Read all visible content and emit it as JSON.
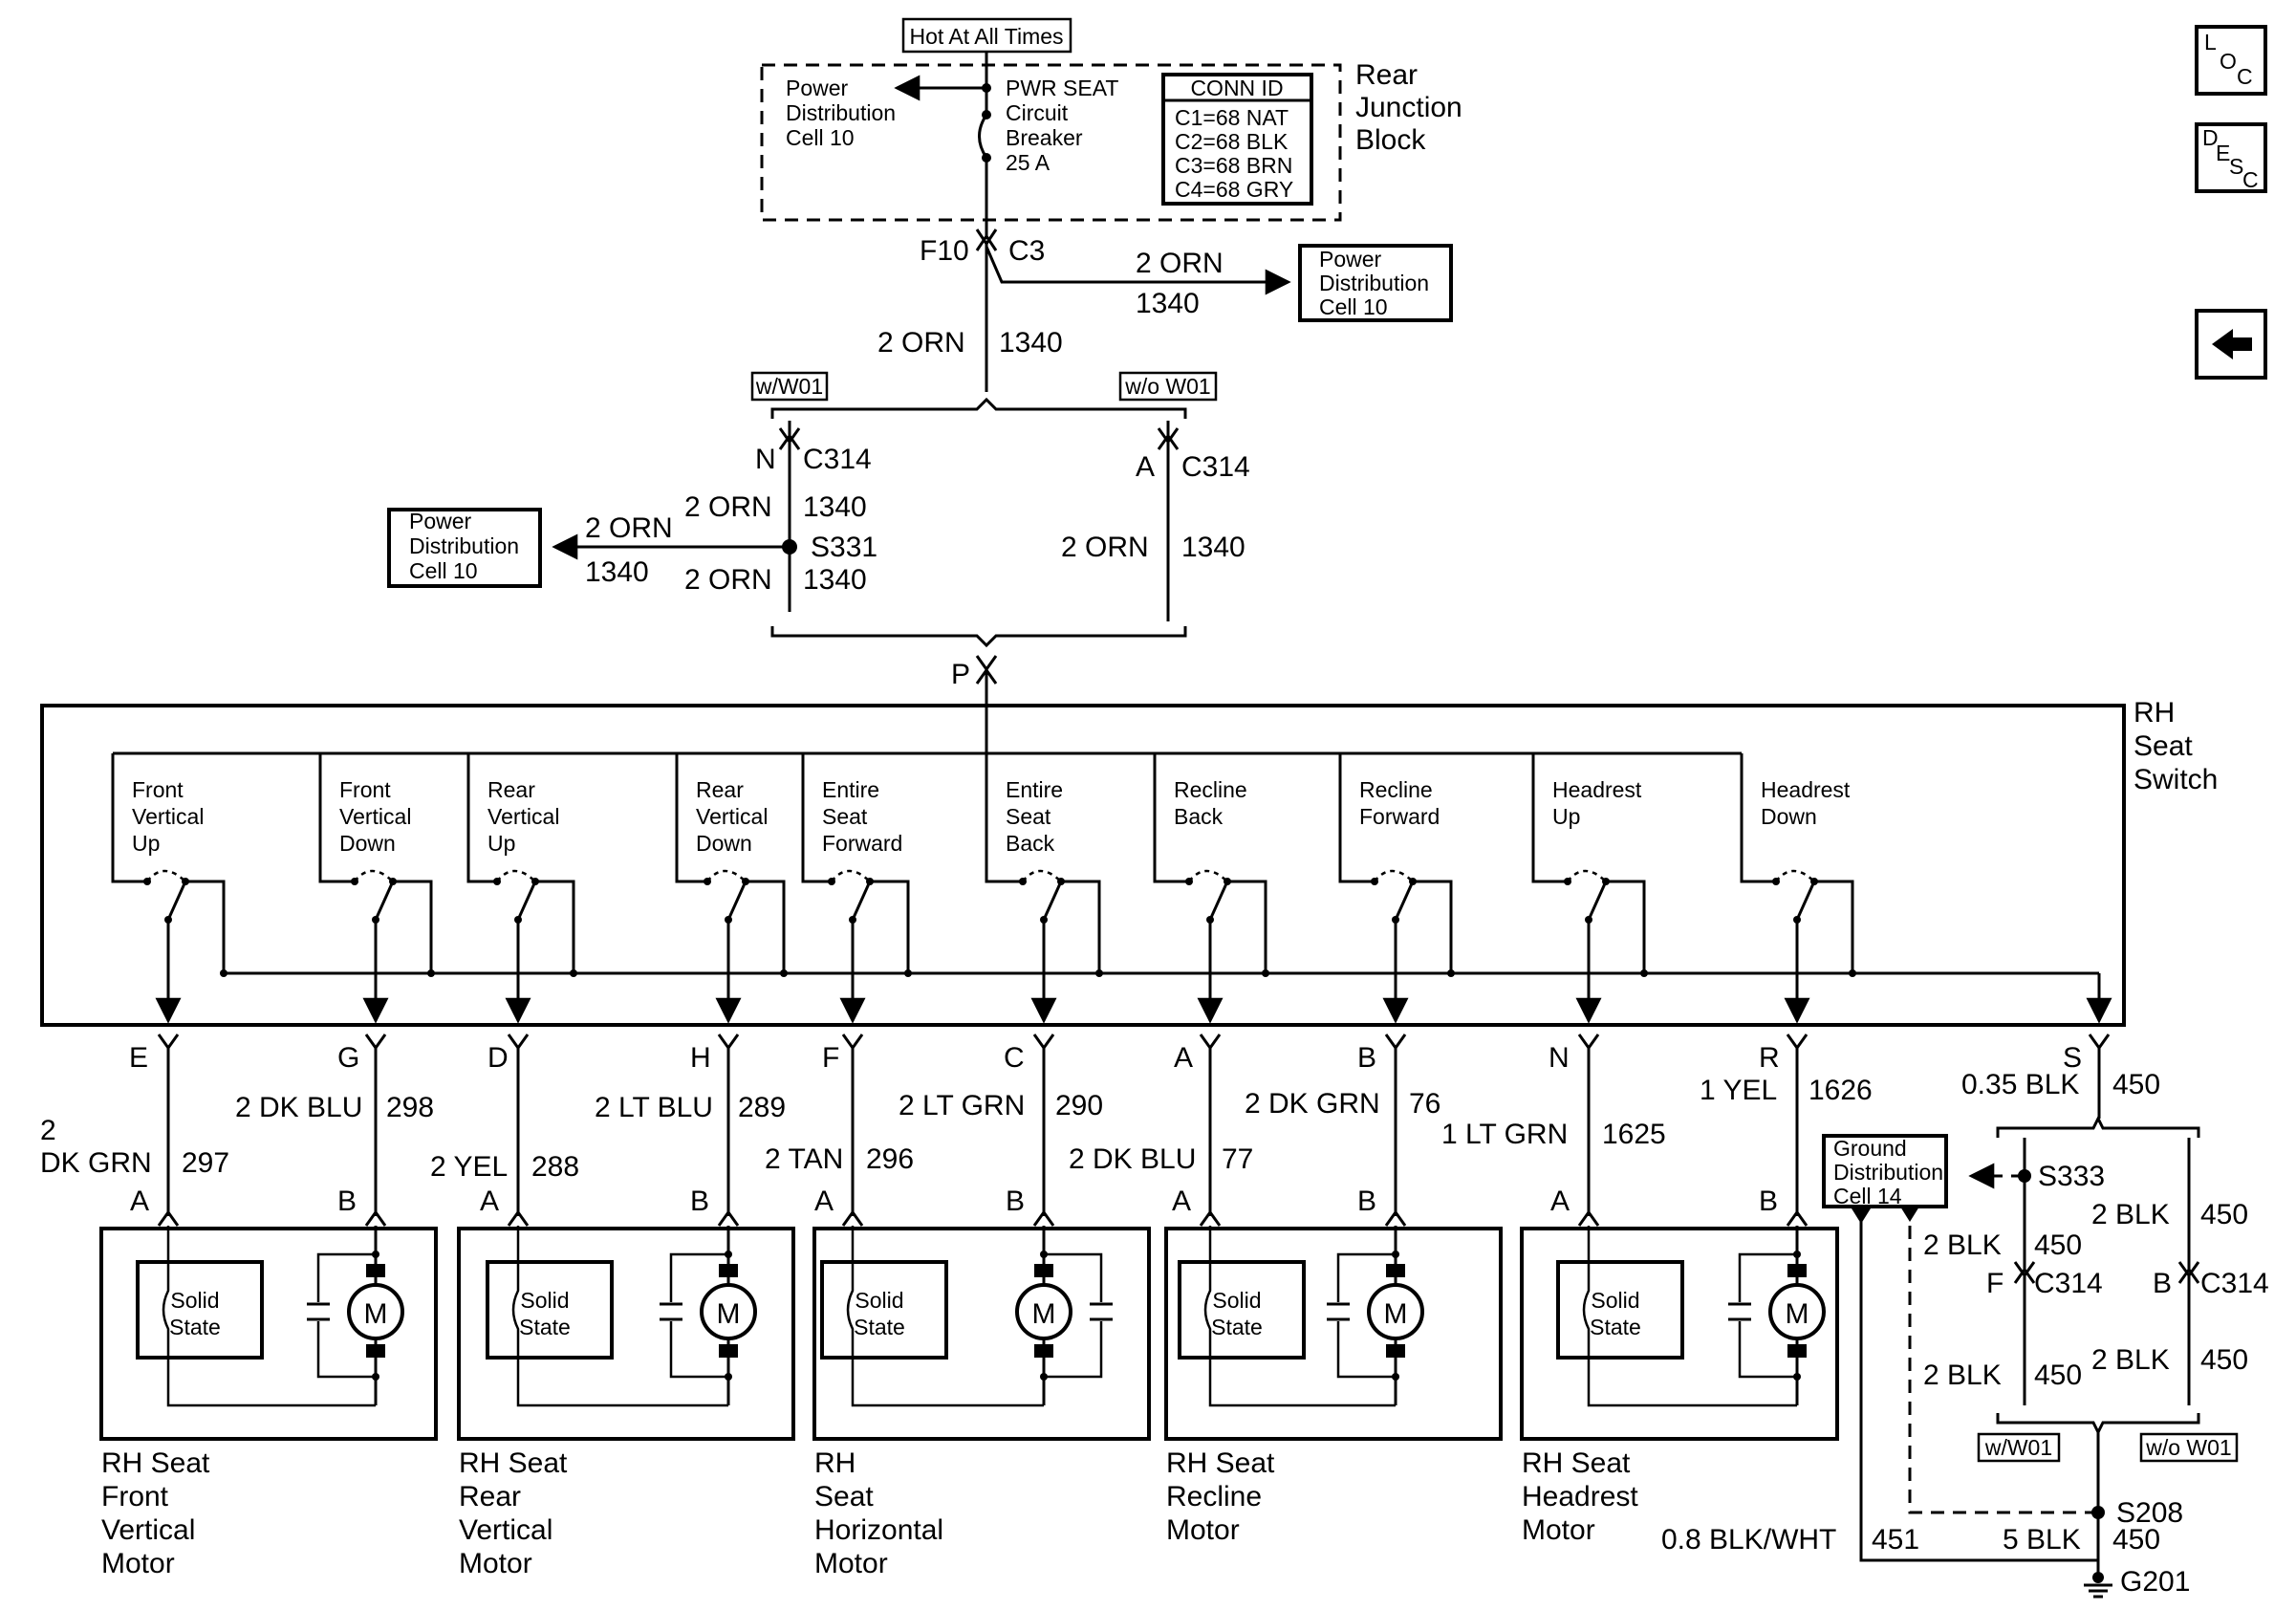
{
  "top": {
    "hot_label": "Hot At All Times",
    "power_dist_top": [
      "Power",
      "Distribution",
      "Cell 10"
    ],
    "breaker": [
      "PWR SEAT",
      "Circuit",
      "Breaker",
      "25 A"
    ],
    "conn_id_title": "CONN ID",
    "conn_ids": [
      "C1=68 NAT",
      "C2=68 BLK",
      "C3=68 BRN",
      "C4=68 GRY"
    ],
    "junction_block": [
      "Rear",
      "Junction",
      "Block"
    ],
    "f10": "F10",
    "c3": "C3",
    "branch_wire": "2 ORN",
    "branch_circuit": "1340",
    "power_dist_right": [
      "Power",
      "Distribution",
      "Cell 10"
    ],
    "main_wire": "2 ORN",
    "main_circuit": "1340"
  },
  "options": {
    "w_w01": "w/W01",
    "wo_w01": "w/o W01"
  },
  "c314_upper": {
    "left_pin": "N",
    "right_pin": "A",
    "connector": "C314",
    "left_wire_top": "2 ORN",
    "left_circuit_top": "1340",
    "splice": "S331",
    "left_wire_bottom": "2 ORN",
    "left_circuit_bottom": "1340",
    "branch_wire": "2 ORN",
    "branch_circuit": "1340",
    "power_dist_left": [
      "Power",
      "Distribution",
      "Cell 10"
    ],
    "right_wire": "2 ORN",
    "right_circuit": "1340",
    "p_pin": "P"
  },
  "switch": {
    "name": [
      "RH",
      "Seat",
      "Switch"
    ],
    "labels": [
      [
        "Front",
        "Vertical",
        "Up"
      ],
      [
        "Front",
        "Vertical",
        "Down"
      ],
      [
        "Rear",
        "Vertical",
        "Up"
      ],
      [
        "Rear",
        "Vertical",
        "Down"
      ],
      [
        "Entire",
        "Seat",
        "Forward"
      ],
      [
        "Entire",
        "Seat",
        "Back"
      ],
      [
        "Recline",
        "Back"
      ],
      [
        "Recline",
        "Forward"
      ],
      [
        "Headrest",
        "Up"
      ],
      [
        "Headrest",
        "Down"
      ]
    ]
  },
  "pins": [
    "E",
    "G",
    "D",
    "H",
    "F",
    "C",
    "A",
    "B",
    "N",
    "R",
    "S"
  ],
  "wires": [
    {
      "color": [
        "2",
        "DK GRN"
      ],
      "circuit": "297"
    },
    {
      "color": [
        "2 DK BLU"
      ],
      "circuit": "298"
    },
    {
      "color": [
        "2 YEL"
      ],
      "circuit": "288"
    },
    {
      "color": [
        "2 LT BLU"
      ],
      "circuit": "289"
    },
    {
      "color": [
        "2 TAN"
      ],
      "circuit": "296"
    },
    {
      "color": [
        "2 LT GRN"
      ],
      "circuit": "290"
    },
    {
      "color": [
        "2 DK BLU"
      ],
      "circuit": "77"
    },
    {
      "color": [
        "2 DK GRN"
      ],
      "circuit": "76"
    },
    {
      "color": [
        "1 LT GRN"
      ],
      "circuit": "1625"
    },
    {
      "color": [
        "1 YEL"
      ],
      "circuit": "1626"
    },
    {
      "color": [
        "0.35 BLK"
      ],
      "circuit": "450"
    }
  ],
  "motor_pins": [
    "A",
    "B"
  ],
  "motor_symbol": "M",
  "solid_state": [
    "Solid",
    "State"
  ],
  "motors": [
    [
      "RH Seat",
      "Front",
      "Vertical",
      "Motor"
    ],
    [
      "RH Seat",
      "Rear",
      "Vertical",
      "Motor"
    ],
    [
      "RH",
      "Seat",
      "Horizontal",
      "Motor"
    ],
    [
      "RH Seat",
      "Recline",
      "Motor"
    ],
    [
      "RH Seat",
      "Headrest",
      "Motor"
    ]
  ],
  "ground": {
    "ground_dist": [
      "Ground",
      "Distribution",
      "Cell 14"
    ],
    "s333": "S333",
    "left_wire_1": "2 BLK",
    "left_circuit_1": "450",
    "right_wire_1": "2 BLK",
    "right_circuit_1": "450",
    "f_pin": "F",
    "b_pin": "B",
    "connector": "C314",
    "left_wire_2": "2 BLK",
    "left_circuit_2": "450",
    "right_wire_2": "2 BLK",
    "right_circuit_2": "450",
    "w_w01": "w/W01",
    "wo_w01": "w/o W01",
    "s208": "S208",
    "blkwht": "0.8 BLK/WHT",
    "blkwht_circuit": "451",
    "five_blk": "5 BLK",
    "five_circuit": "450",
    "g201": "G201"
  },
  "nav": {
    "loc": [
      "L",
      "O",
      "C"
    ],
    "desc": [
      "D",
      "E",
      "S",
      "C"
    ],
    "back_icon": "left-arrow-icon"
  }
}
